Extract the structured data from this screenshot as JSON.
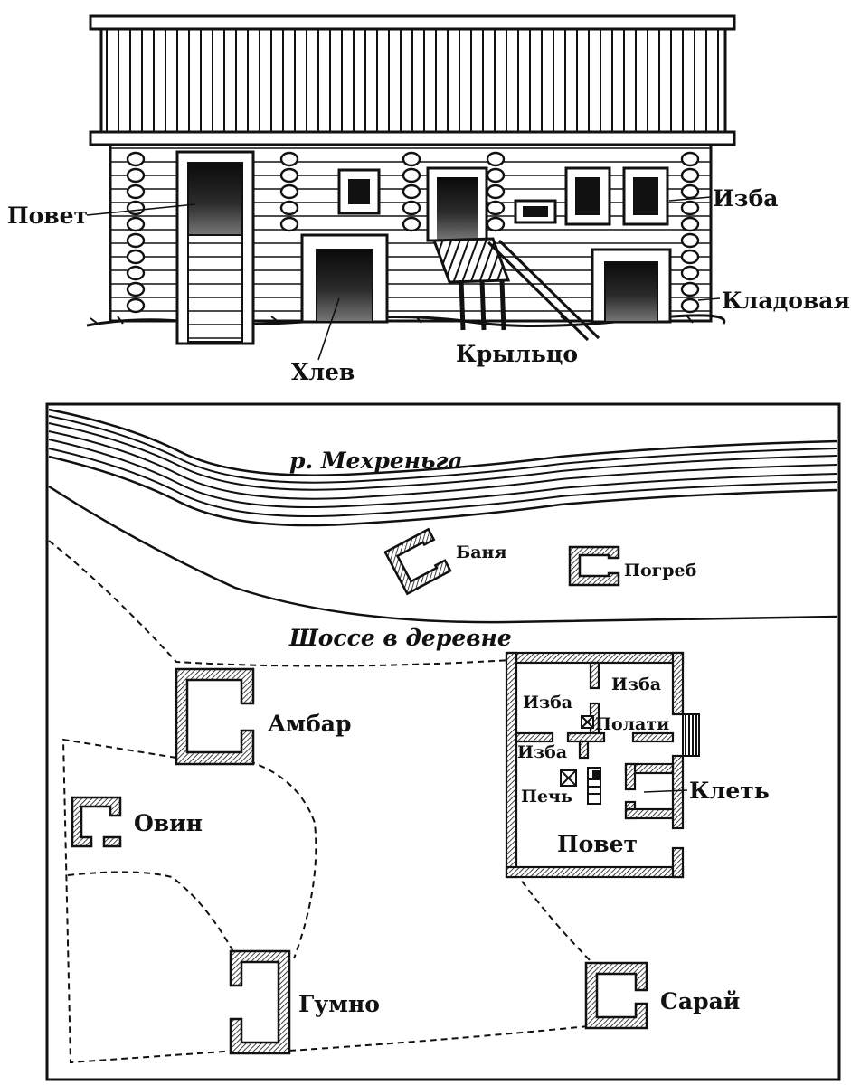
{
  "elevation": {
    "labels": {
      "povet": "Повет",
      "izba": "Изба",
      "kladovaya": "Кладовая",
      "hlev": "Хлев",
      "kryltso": "Крыльцо"
    }
  },
  "plan": {
    "river": "р. Мехреньга",
    "road": "Шоссе в деревне",
    "buildings": {
      "banya": "Баня",
      "pogreb": "Погреб",
      "ambar": "Амбар",
      "ovin": "Овин",
      "gumno": "Гумно",
      "saray": "Сарай"
    },
    "house": {
      "izba_1": "Изба",
      "izba_2": "Изба",
      "izba_3": "Изба",
      "polati": "Полати",
      "pech": "Печь",
      "klet": "Клеть",
      "povet": "Повет"
    }
  }
}
